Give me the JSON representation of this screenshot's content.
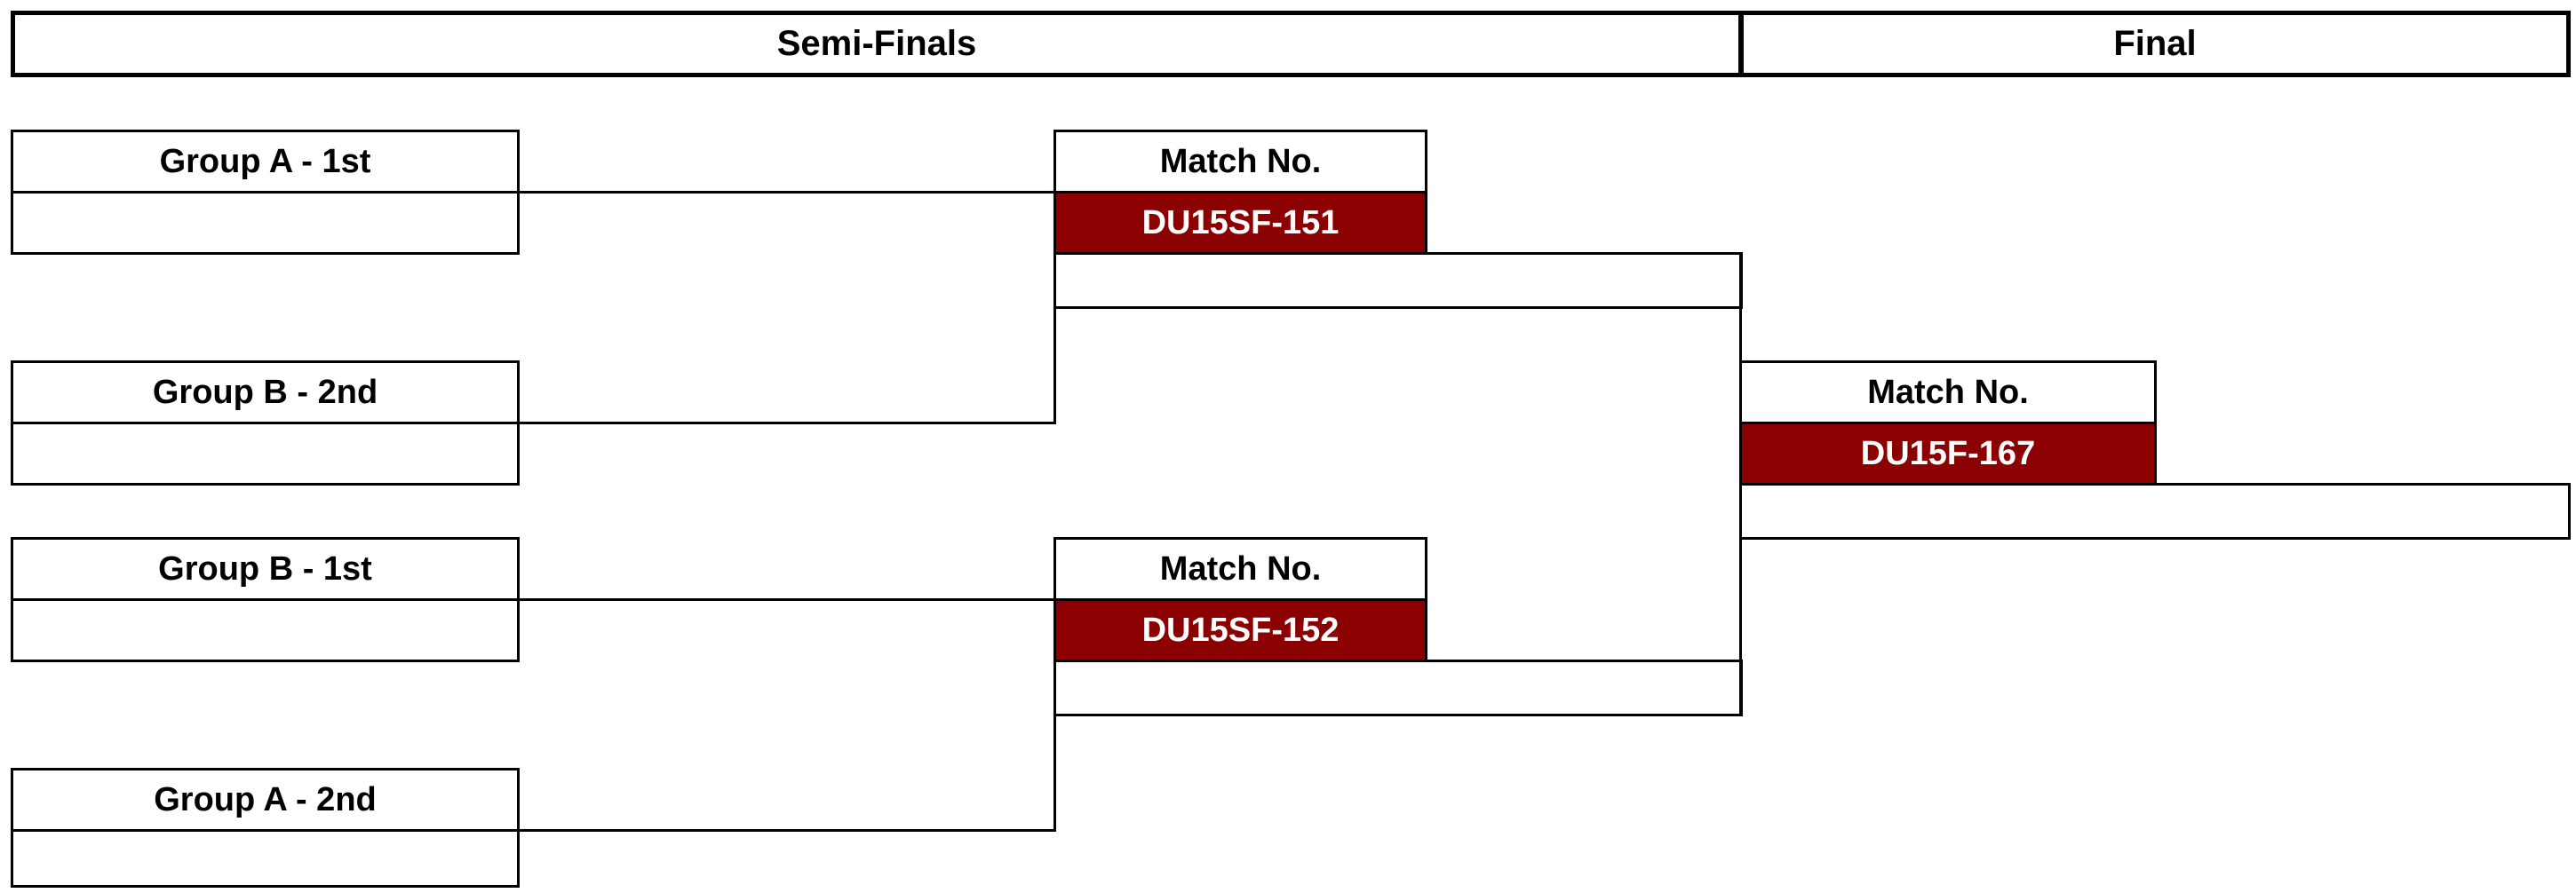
{
  "headers": {
    "semi_finals": "Semi-Finals",
    "final": "Final"
  },
  "teams": [
    {
      "label": "Group A - 1st",
      "value": ""
    },
    {
      "label": "Group B - 2nd",
      "value": ""
    },
    {
      "label": "Group B - 1st",
      "value": ""
    },
    {
      "label": "Group A - 2nd",
      "value": ""
    }
  ],
  "matches": {
    "sf1": {
      "label": "Match No.",
      "code": "DU15SF-151",
      "winner": ""
    },
    "sf2": {
      "label": "Match No.",
      "code": "DU15SF-152",
      "winner": ""
    },
    "final": {
      "label": "Match No.",
      "code": "DU15F-167",
      "winner": ""
    }
  },
  "colors": {
    "match_code_bg": "#8b0000",
    "match_code_text": "#ffffff",
    "border": "#000000"
  }
}
